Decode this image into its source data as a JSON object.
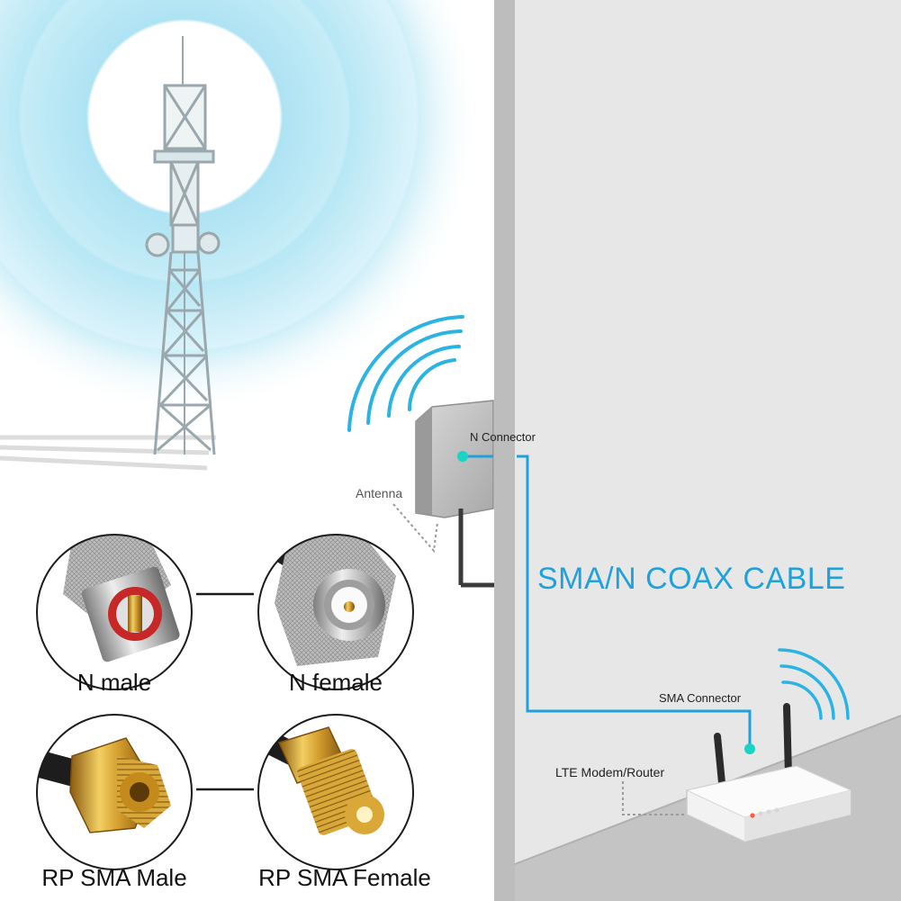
{
  "labels": {
    "n_connector": "N Connector",
    "antenna": "Antenna",
    "cable": "SMA/N COAX CABLE",
    "sma_connector": "SMA Connector",
    "modem": "LTE Modem/Router"
  },
  "connectors": [
    {
      "label": "N male"
    },
    {
      "label": "N female"
    },
    {
      "label": "RP SMA Male"
    },
    {
      "label": "RP SMA Female"
    }
  ],
  "colors": {
    "cable": "#1fa2dc",
    "signal": "#2bb3e3",
    "connector_dot": "#19d3c5",
    "wall_front": "#e6e6e6",
    "wall_edge": "#b9b9b9",
    "floor": "#c2c2c2",
    "gold": "#d4a634",
    "silver": "#c9c9c9"
  }
}
